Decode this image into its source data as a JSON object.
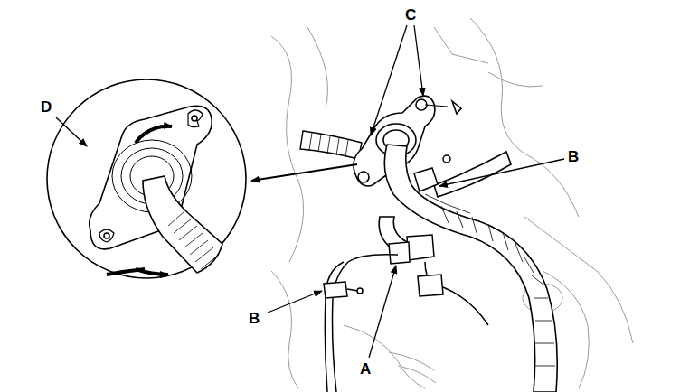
{
  "diagram": {
    "labels": [
      "D",
      "C",
      "B",
      "B",
      "A"
    ]
  }
}
